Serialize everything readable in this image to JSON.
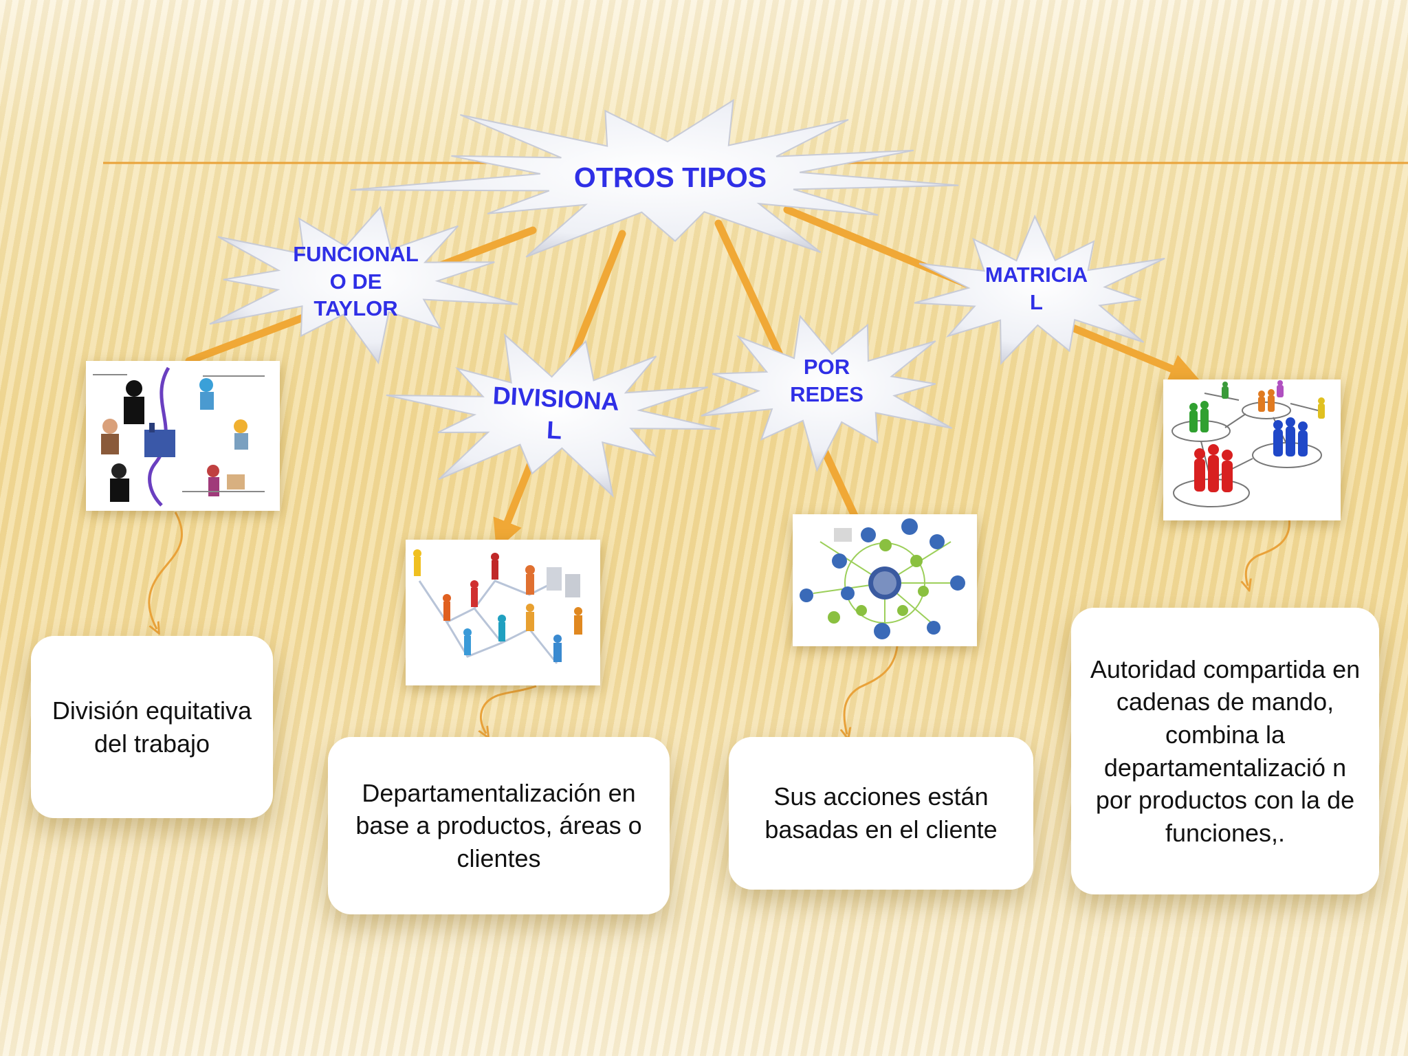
{
  "diagram": {
    "root": {
      "label": "OTROS TIPOS"
    },
    "branches": [
      {
        "id": "funcional",
        "label": "FUNCIONAL\nO DE\nTAYLOR",
        "description": "División equitativa del trabajo",
        "image_icon": "org-people-figures-image"
      },
      {
        "id": "divisional",
        "label": "DIVISIONA\nL",
        "description": "Departamentalización en base a productos, áreas o clientes",
        "image_icon": "flow-people-figures-image"
      },
      {
        "id": "redes",
        "label": "POR\nREDES",
        "description": "Sus acciones están basadas en el cliente",
        "image_icon": "network-bubbles-image"
      },
      {
        "id": "matricial",
        "label": "MATRICIA\nL",
        "description": "Autoridad compartida en cadenas de mando, combina la departamentalizació n por productos con la de funciones,.",
        "image_icon": "people-groups-network-image"
      }
    ]
  },
  "colors": {
    "connector": "#f0a836",
    "label": "#2f2fe6",
    "burst": "#eef0f5",
    "rule": "#e9a23a"
  }
}
